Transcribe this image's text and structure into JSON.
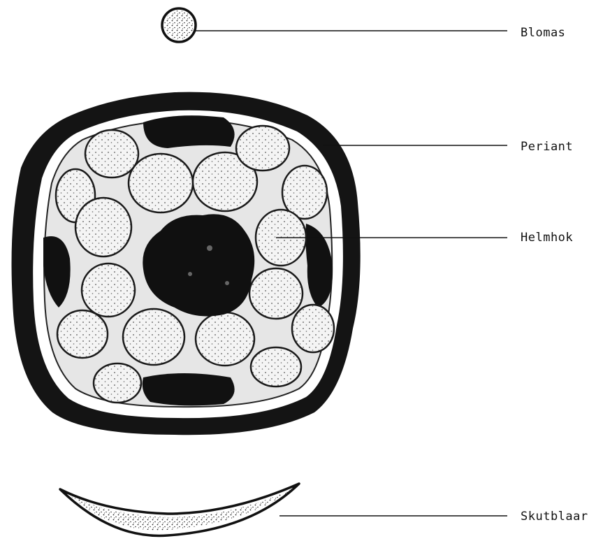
{
  "labels": {
    "blomas": "Blomas",
    "periant": "Periant",
    "helmhok": "Helmhok",
    "skutblaar": "Skutblaar"
  },
  "colors": {
    "ink": "#111111",
    "tissue": "#1a1a1a",
    "cell_fill": "#f2f2f2",
    "background": "#ffffff"
  }
}
